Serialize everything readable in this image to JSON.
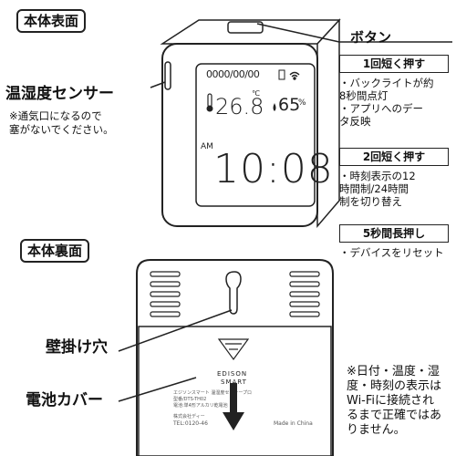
{
  "front_title": "本体表面",
  "back_title": "本体裏面",
  "sensor_label": "温湿度センサー",
  "sensor_note_1": "※通気口になるので",
  "sensor_note_2": "塞がないでください。",
  "button_label": "ボタン",
  "actions": [
    {
      "header": "1回短く押す",
      "lines": [
        "・バックライトが約",
        "8秒間点灯",
        "・アプリへのデー",
        "タ反映"
      ]
    },
    {
      "header": "2回短く押す",
      "lines": [
        "・時刻表示の12",
        "時間制/24時間",
        "制を切り替え"
      ]
    },
    {
      "header": "5秒間長押し",
      "lines": [
        "・デバイスをリセット"
      ]
    }
  ],
  "wall_hole_label": "壁掛け穴",
  "battery_cover_label": "電池カバー",
  "footnote": [
    "※日付・温度・湿",
    "度・時刻の表示は",
    "Wi-Fiに接続され",
    "るまで正確ではあ",
    "りません。"
  ],
  "display": {
    "date_placeholder": "0000/00/00",
    "temperature": "26.8",
    "temp_unit": "℃",
    "humidity": "65",
    "humidity_unit": "%",
    "am_pm": "AM",
    "time": "10:08"
  },
  "back_brand_1": "EDISON",
  "back_brand_2": "SMART",
  "back_made_in": "Made in China",
  "back_tel": "TEL:0120-46",
  "back_product": "エジソンスマート 温湿度センサープロ",
  "back_model": "型番/DTS-TH02",
  "back_battery": "電池:単4形アルカリ乾電池 ×2",
  "back_maker": "株式会社ディー"
}
